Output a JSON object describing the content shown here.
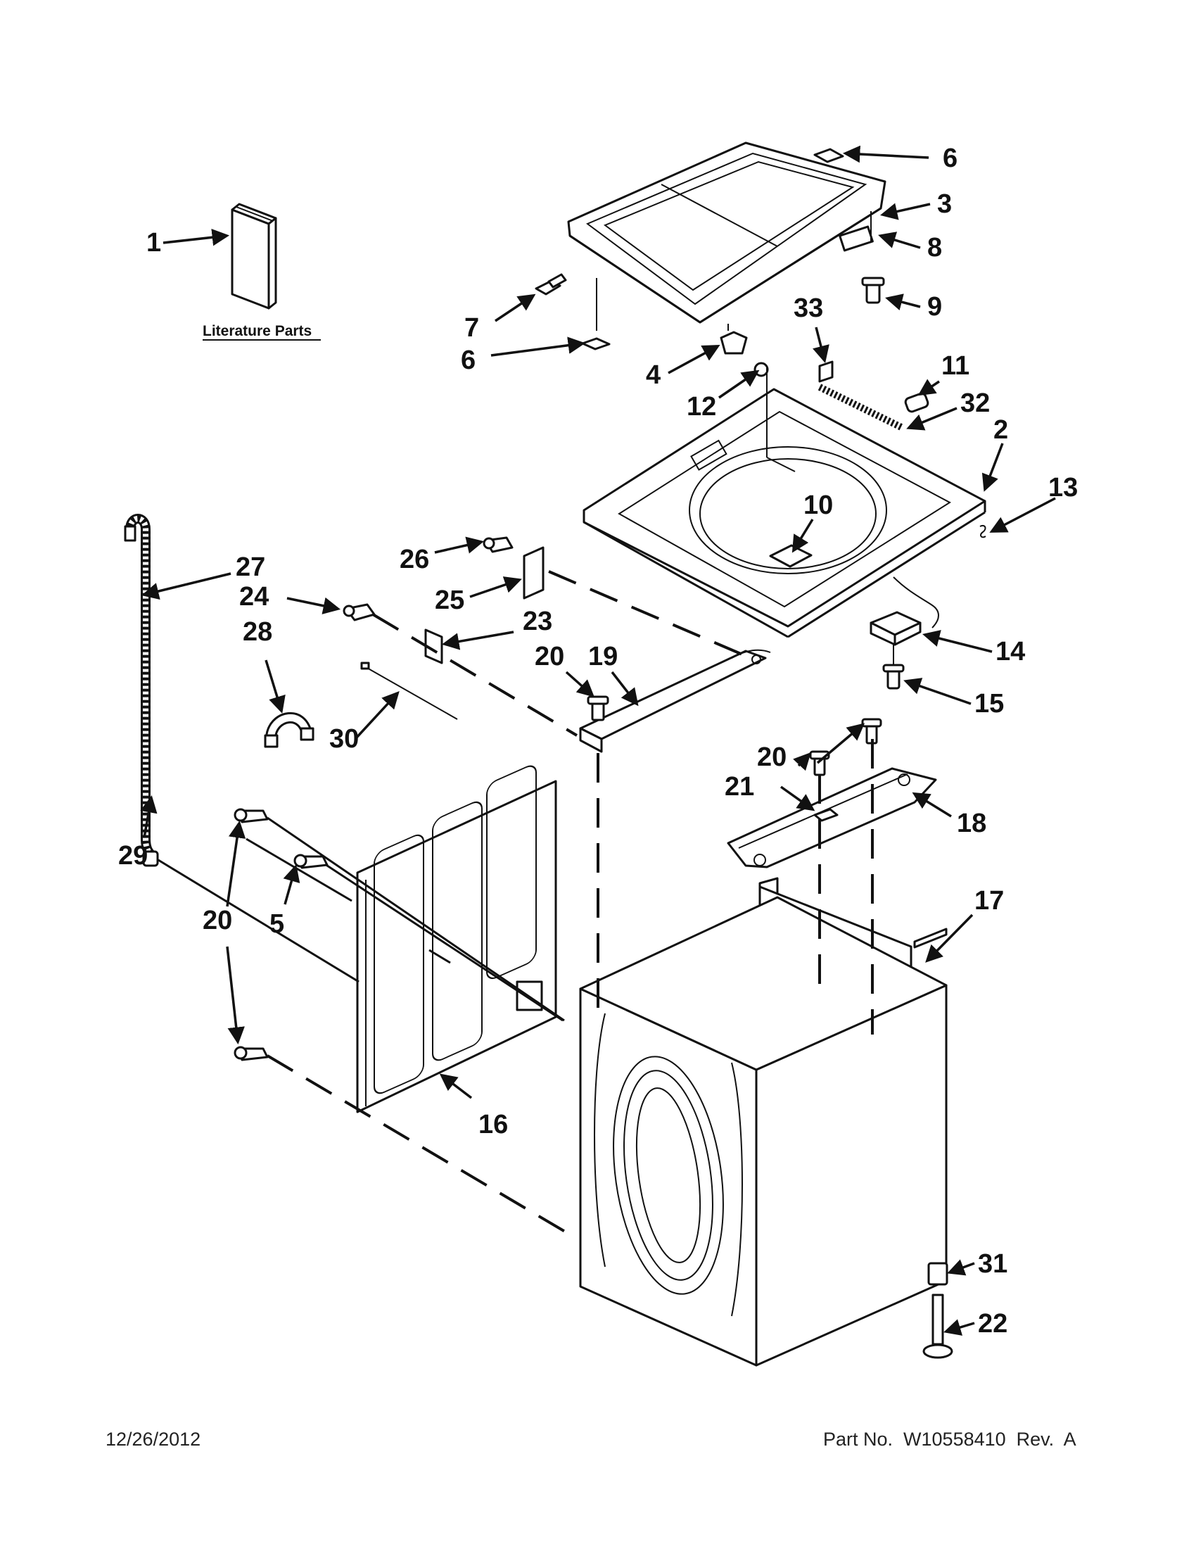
{
  "literature_caption": "Literature Parts",
  "callouts": {
    "c1": "1",
    "c2": "2",
    "c3": "3",
    "c4": "4",
    "c5": "5",
    "c6a": "6",
    "c6b": "6",
    "c7": "7",
    "c8": "8",
    "c9": "9",
    "c10": "10",
    "c11": "11",
    "c12": "12",
    "c13": "13",
    "c14": "14",
    "c15": "15",
    "c16": "16",
    "c17": "17",
    "c18": "18",
    "c19": "19",
    "c20a": "20",
    "c20b": "20",
    "c20c": "20",
    "c21": "21",
    "c22": "22",
    "c23": "23",
    "c24": "24",
    "c25": "25",
    "c26": "26",
    "c27": "27",
    "c28": "28",
    "c29": "29",
    "c30": "30",
    "c31": "31",
    "c32": "32",
    "c33": "33"
  },
  "footer": {
    "date": "12/26/2012",
    "part_number": "Part No.  W10558410  Rev.  A"
  },
  "colors": {
    "ink": "#111111",
    "paper": "#ffffff"
  }
}
